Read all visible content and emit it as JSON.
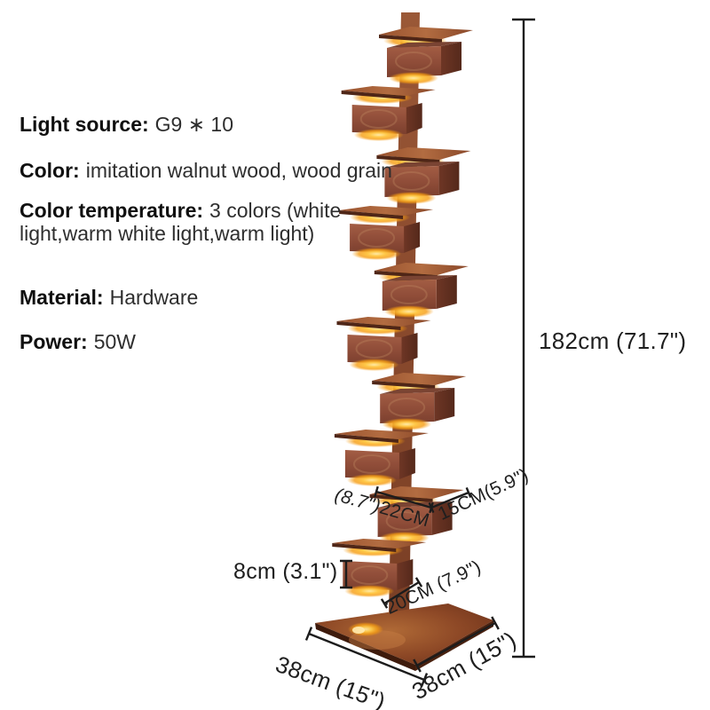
{
  "specs": [
    {
      "label": "Light source:",
      "value": "G9 ∗ 10"
    },
    {
      "label": "Color:",
      "value": "imitation walnut wood, wood grain"
    },
    {
      "label": "Color temperature:",
      "value": "3 colors (white light,warm white light,warm light)"
    },
    {
      "label": "Material:",
      "value": "Hardware"
    },
    {
      "label": "Power:",
      "value": "50W"
    }
  ],
  "dimensions": {
    "overall_height": "182cm (71.7\")",
    "shade_depth_inches": "(8.7\")",
    "shade_depth_cm": "22CM",
    "shade_width": "15CM(5.9\")",
    "shade_box_height": "8cm (3.1\")",
    "column_shelf_width": "20CM (7.9\")",
    "base_side_left": "38cm (15\")",
    "base_side_right": "38cm (15\")"
  },
  "colors": {
    "background": "#ffffff",
    "wood_front": "#8e4c38",
    "wood_side": "#5f2e1f",
    "wood_panel": "#a85f38",
    "lamp_glow": "#ffc847",
    "dimension_ink": "#1c1c1c"
  }
}
